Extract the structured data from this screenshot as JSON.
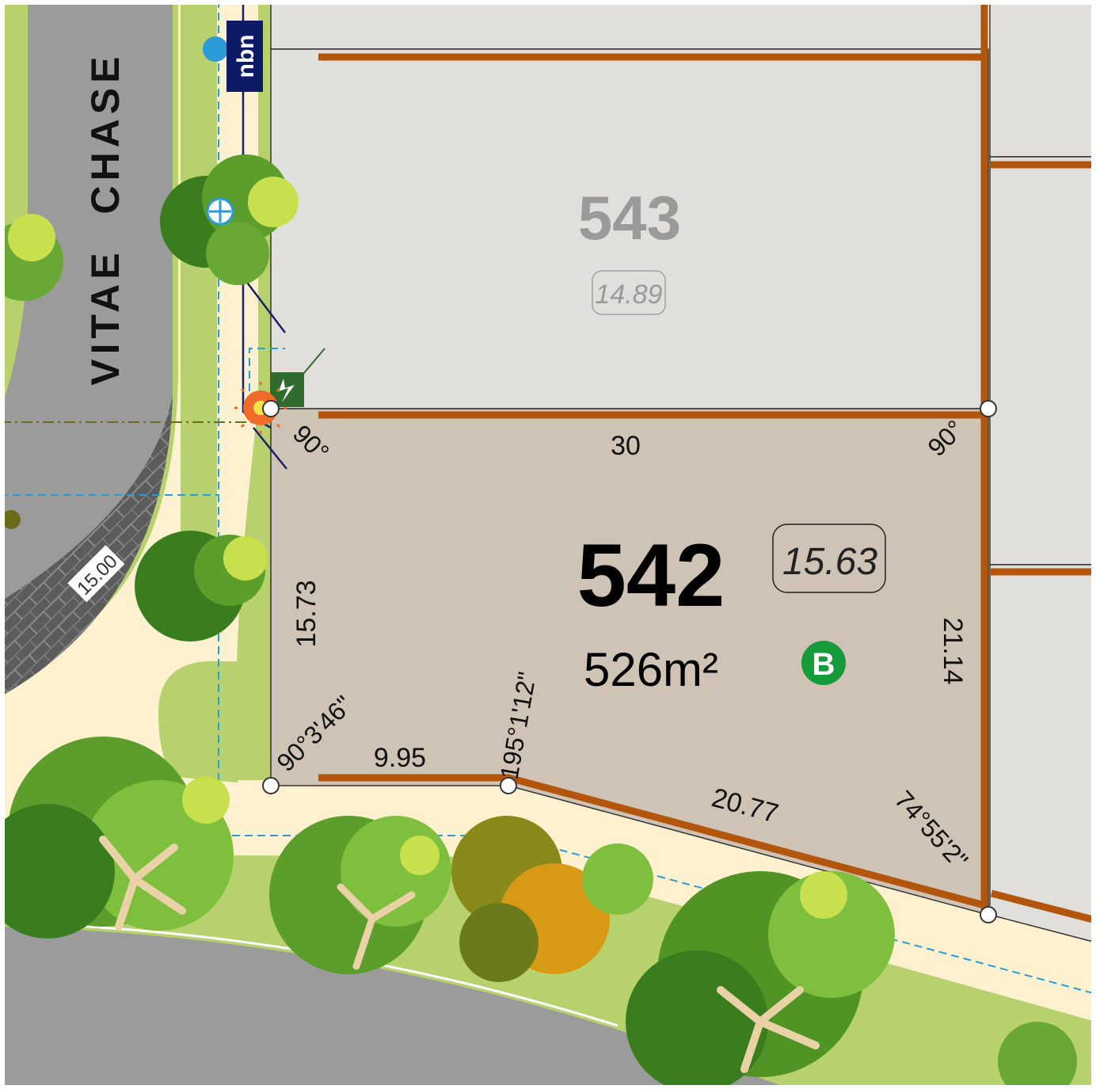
{
  "street": {
    "word1": "VITAE",
    "word2": "CHASE",
    "road_width": "15.00"
  },
  "service_badge": "nbn",
  "lots": [
    {
      "number": "543",
      "frontage": "14.89"
    },
    {
      "number": "542",
      "area": "526m²",
      "frontage": "15.63",
      "badge": "B"
    }
  ],
  "dimensions": {
    "top": "30",
    "left": "15.73",
    "right": "21.14",
    "bottom_left": "9.95",
    "bottom_right": "20.77"
  },
  "angles": {
    "top_left": "90°",
    "top_right": "90°",
    "bottom_left": "90°3'46\"",
    "bottom_mid": "195°1'12\"",
    "bottom_right": "74°55'2\""
  },
  "colors": {
    "lot_542": "#cfc3b5",
    "lot_543": "#e0dfdb",
    "boundary": "#b3560d",
    "road": "#9b9b9b",
    "verge": "#b7d16e",
    "footpath": "#fdf1cf",
    "nbn_bg": "#0d1a66",
    "badge_green": "#179a3b"
  }
}
